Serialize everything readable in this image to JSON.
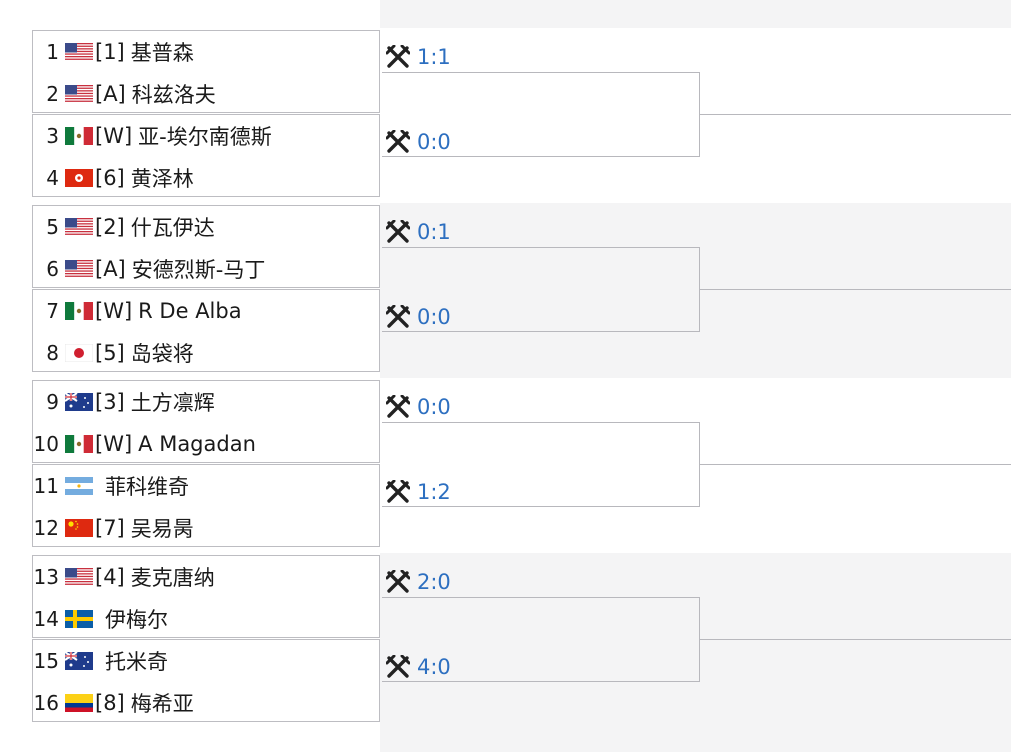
{
  "quarters": [
    {
      "matches": [
        {
          "score": "1:1",
          "players": [
            {
              "num": "1",
              "flag": "usa",
              "seed": "[1]",
              "name": "基普森"
            },
            {
              "num": "2",
              "flag": "usa",
              "seed": "[A]",
              "name": "科兹洛夫"
            }
          ]
        },
        {
          "score": "0:0",
          "players": [
            {
              "num": "3",
              "flag": "mexico",
              "seed": "[W]",
              "name": "亚-埃尔南德斯"
            },
            {
              "num": "4",
              "flag": "hongkong",
              "seed": "[6]",
              "name": "黄泽林"
            }
          ]
        }
      ]
    },
    {
      "matches": [
        {
          "score": "0:1",
          "players": [
            {
              "num": "5",
              "flag": "usa",
              "seed": "[2]",
              "name": "什瓦伊达"
            },
            {
              "num": "6",
              "flag": "usa",
              "seed": "[A]",
              "name": "安德烈斯-马丁"
            }
          ]
        },
        {
          "score": "0:0",
          "players": [
            {
              "num": "7",
              "flag": "mexico",
              "seed": "[W]",
              "name": "R De Alba"
            },
            {
              "num": "8",
              "flag": "japan",
              "seed": "[5]",
              "name": "岛袋将"
            }
          ]
        }
      ]
    },
    {
      "matches": [
        {
          "score": "0:0",
          "players": [
            {
              "num": "9",
              "flag": "australia",
              "seed": "[3]",
              "name": "土方凛辉"
            },
            {
              "num": "10",
              "flag": "mexico",
              "seed": "[W]",
              "name": "A Magadan"
            }
          ]
        },
        {
          "score": "1:2",
          "players": [
            {
              "num": "11",
              "flag": "argentina",
              "seed": "",
              "name": "菲科维奇"
            },
            {
              "num": "12",
              "flag": "china",
              "seed": "[7]",
              "name": "吴易昺"
            }
          ]
        }
      ]
    },
    {
      "matches": [
        {
          "score": "2:0",
          "players": [
            {
              "num": "13",
              "flag": "usa",
              "seed": "[4]",
              "name": "麦克唐纳"
            },
            {
              "num": "14",
              "flag": "sweden",
              "seed": "",
              "name": "伊梅尔"
            }
          ]
        },
        {
          "score": "4:0",
          "players": [
            {
              "num": "15",
              "flag": "australia",
              "seed": "",
              "name": "托米奇"
            },
            {
              "num": "16",
              "flag": "colombia",
              "seed": "[8]",
              "name": "梅希亚"
            }
          ]
        }
      ]
    }
  ],
  "icons": {
    "match": "crossed-rackets-icon"
  },
  "colors": {
    "score": "#2d6fc0",
    "border": "#bdbdc2",
    "band": "#f4f4f5"
  }
}
